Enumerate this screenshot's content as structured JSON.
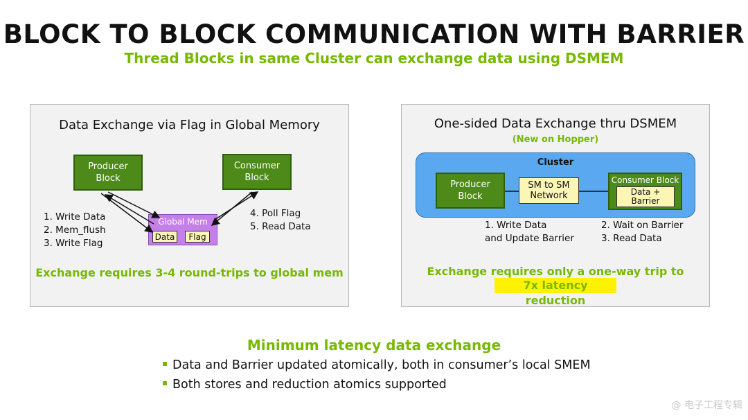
{
  "title": "BLOCK TO BLOCK COMMUNICATION WITH BARRIER",
  "subtitle": "Thread Blocks in same Cluster can exchange data using DSMEM",
  "left_panel": {
    "title": "Data Exchange via Flag in Global Memory",
    "producer": "Producer\nBlock",
    "consumer": "Consumer\nBlock",
    "global_mem": "Global Mem",
    "data": "Data",
    "flag": "Flag",
    "producer_steps": [
      "1.  Write Data",
      "2.  Mem_flush",
      "3.  Write Flag"
    ],
    "consumer_steps": [
      "4.  Poll Flag",
      "5.  Read Data"
    ],
    "footer": "Exchange requires 3-4 round-trips to global mem"
  },
  "right_panel": {
    "title": "One-sided Data Exchange thru DSMEM",
    "subtitle": "(New on Hopper)",
    "cluster": "Cluster",
    "producer": "Producer\nBlock",
    "network": "SM to SM\nNetwork",
    "consumer": "Consumer Block",
    "data_barrier": "Data +\nBarrier",
    "producer_steps": [
      "1.  Write Data",
      "and Update Barrier"
    ],
    "consumer_steps": [
      "2.  Wait on Barrier",
      "3.  Read Data"
    ],
    "footer": "Exchange requires only a one-way trip to DSMEM",
    "highlight": "7x latency reduction"
  },
  "bottom": {
    "heading": "Minimum latency data exchange",
    "bullets": [
      "Data and Barrier updated atomically, both in consumer’s local SMEM",
      "Both stores and reduction atomics supported"
    ]
  },
  "watermark": "@ 电子工程专辑",
  "colors": {
    "nvidia_green": "#76b900",
    "block_green": "#4e8a1a",
    "cluster_blue": "#5aa8f0",
    "global_mem_purple": "#c47fe8",
    "highlight_yellow": "#fff200"
  }
}
